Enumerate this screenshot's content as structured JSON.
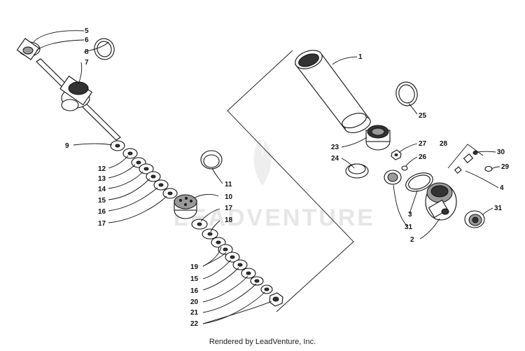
{
  "watermark": "LEADVENTURE",
  "footer": "Rendered by LeadVenture, Inc.",
  "callouts": {
    "c1": "1",
    "c2": "2",
    "c3": "3",
    "c4": "4",
    "c5": "5",
    "c6": "6",
    "c7": "7",
    "c8": "8",
    "c9": "9",
    "c10": "10",
    "c11": "11",
    "c12": "12",
    "c13": "13",
    "c14": "14",
    "c15a": "15",
    "c15b": "15",
    "c16a": "16",
    "c16b": "16",
    "c17a": "17",
    "c17b": "17",
    "c18": "18",
    "c19": "19",
    "c20": "20",
    "c21": "21",
    "c22": "22",
    "c23": "23",
    "c24": "24",
    "c25": "25",
    "c26": "26",
    "c27": "27",
    "c28": "28",
    "c29": "29",
    "c30": "30",
    "c31a": "31",
    "c31b": "31"
  }
}
